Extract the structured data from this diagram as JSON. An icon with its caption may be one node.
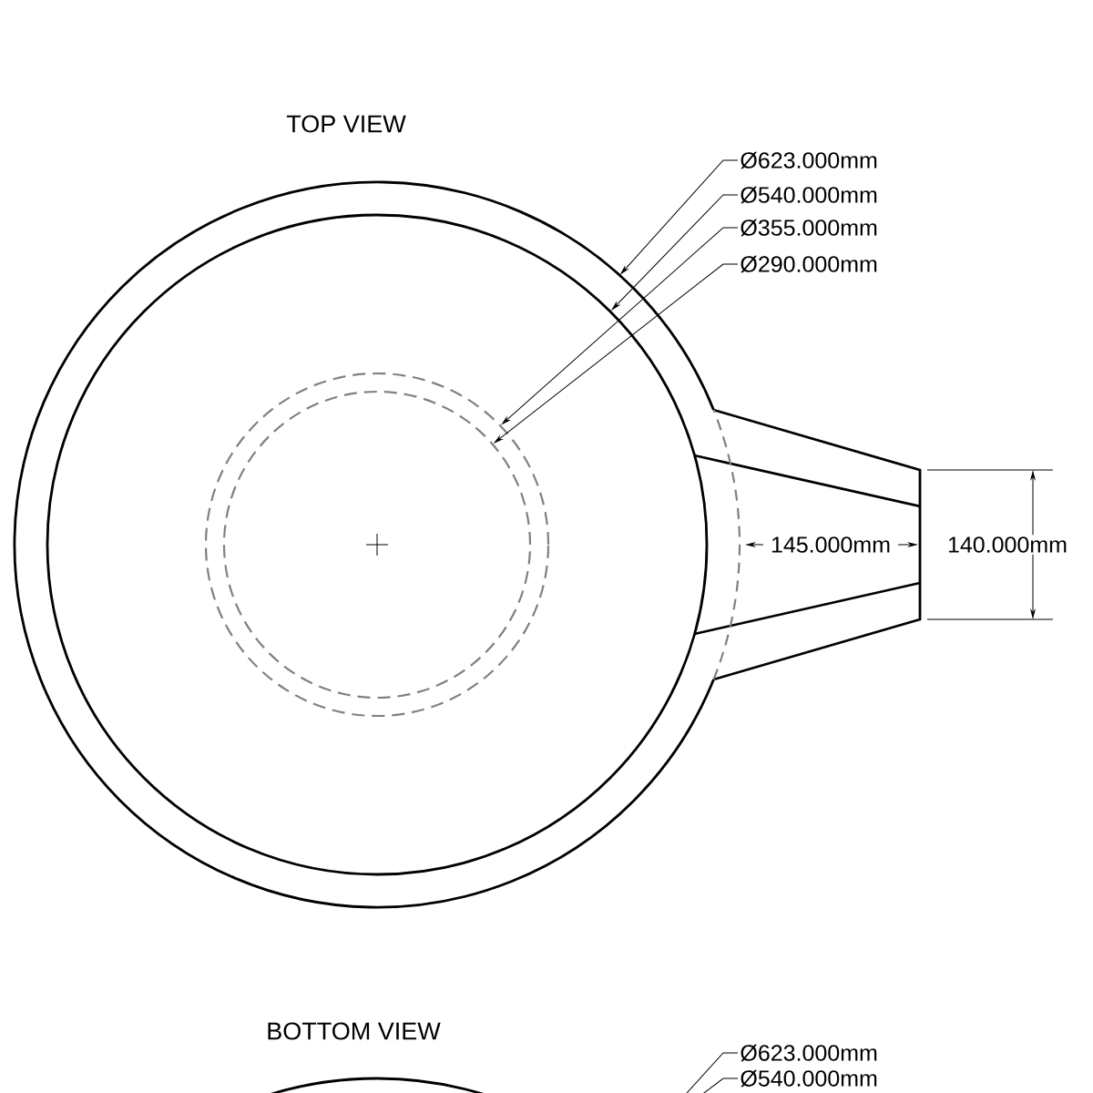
{
  "diagram": {
    "nodes": [
      {
        "text": [],
        "shape": "circle"
      },
      {
        "text": [],
        "shape": "circle",
        "in": 0
      },
      {
        "text": [],
        "shape": "circle",
        "in": 1
      },
      {
        "text": [],
        "shape": "circle",
        "in": 2
      },
      {
        "text": [
          "Ø623.000mm"
        ]
      },
      {
        "text": [
          "Ø540.000mm"
        ]
      },
      {
        "text": [
          "Ø355.000mm"
        ]
      },
      {
        "text": [
          "Ø290.000mm"
        ]
      },
      {
        "text": [
          "Ø623.000mm"
        ]
      },
      {
        "text": [
          "Ø540.000mm"
        ]
      },
      {
        "text": [],
        "shape": "trapezoid"
      }
    ],
    "edges": [
      {
        "from": 4,
        "to": 0,
        "arrow": "to"
      },
      {
        "from": 5,
        "to": 1,
        "arrow": "to"
      },
      {
        "from": 6,
        "to": 2,
        "arrow": "to"
      },
      {
        "from": 7,
        "to": 3,
        "arrow": "to"
      },
      {
        "from": 8,
        "to": null,
        "arrow": "none"
      },
      {
        "from": 9,
        "to": null,
        "arrow": "none"
      }
    ],
    "labels": [
      "TOP VIEW",
      "145.000mm",
      "140.000mm",
      "BOTTOM VIEW"
    ]
  }
}
